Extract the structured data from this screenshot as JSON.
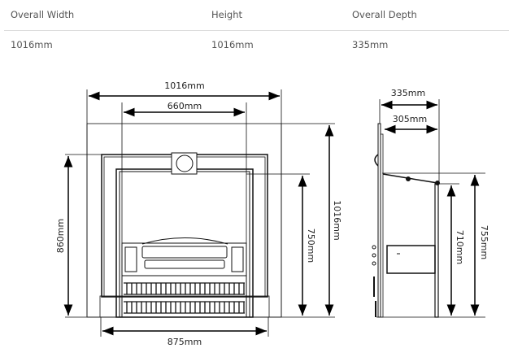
{
  "specs": {
    "headers": [
      "Overall Width",
      "Height",
      "Overall Depth"
    ],
    "values": [
      "1016mm",
      "1016mm",
      "335mm"
    ]
  },
  "diagram": {
    "front": {
      "overall_width": "1016mm",
      "opening_width": "660mm",
      "overall_height": "1016mm",
      "insert_height": "860mm",
      "opening_height": "750mm",
      "base_width": "875mm"
    },
    "side": {
      "overall_depth": "335mm",
      "insert_depth": "305mm",
      "hood_height": "755mm",
      "body_height": "710mm"
    }
  }
}
